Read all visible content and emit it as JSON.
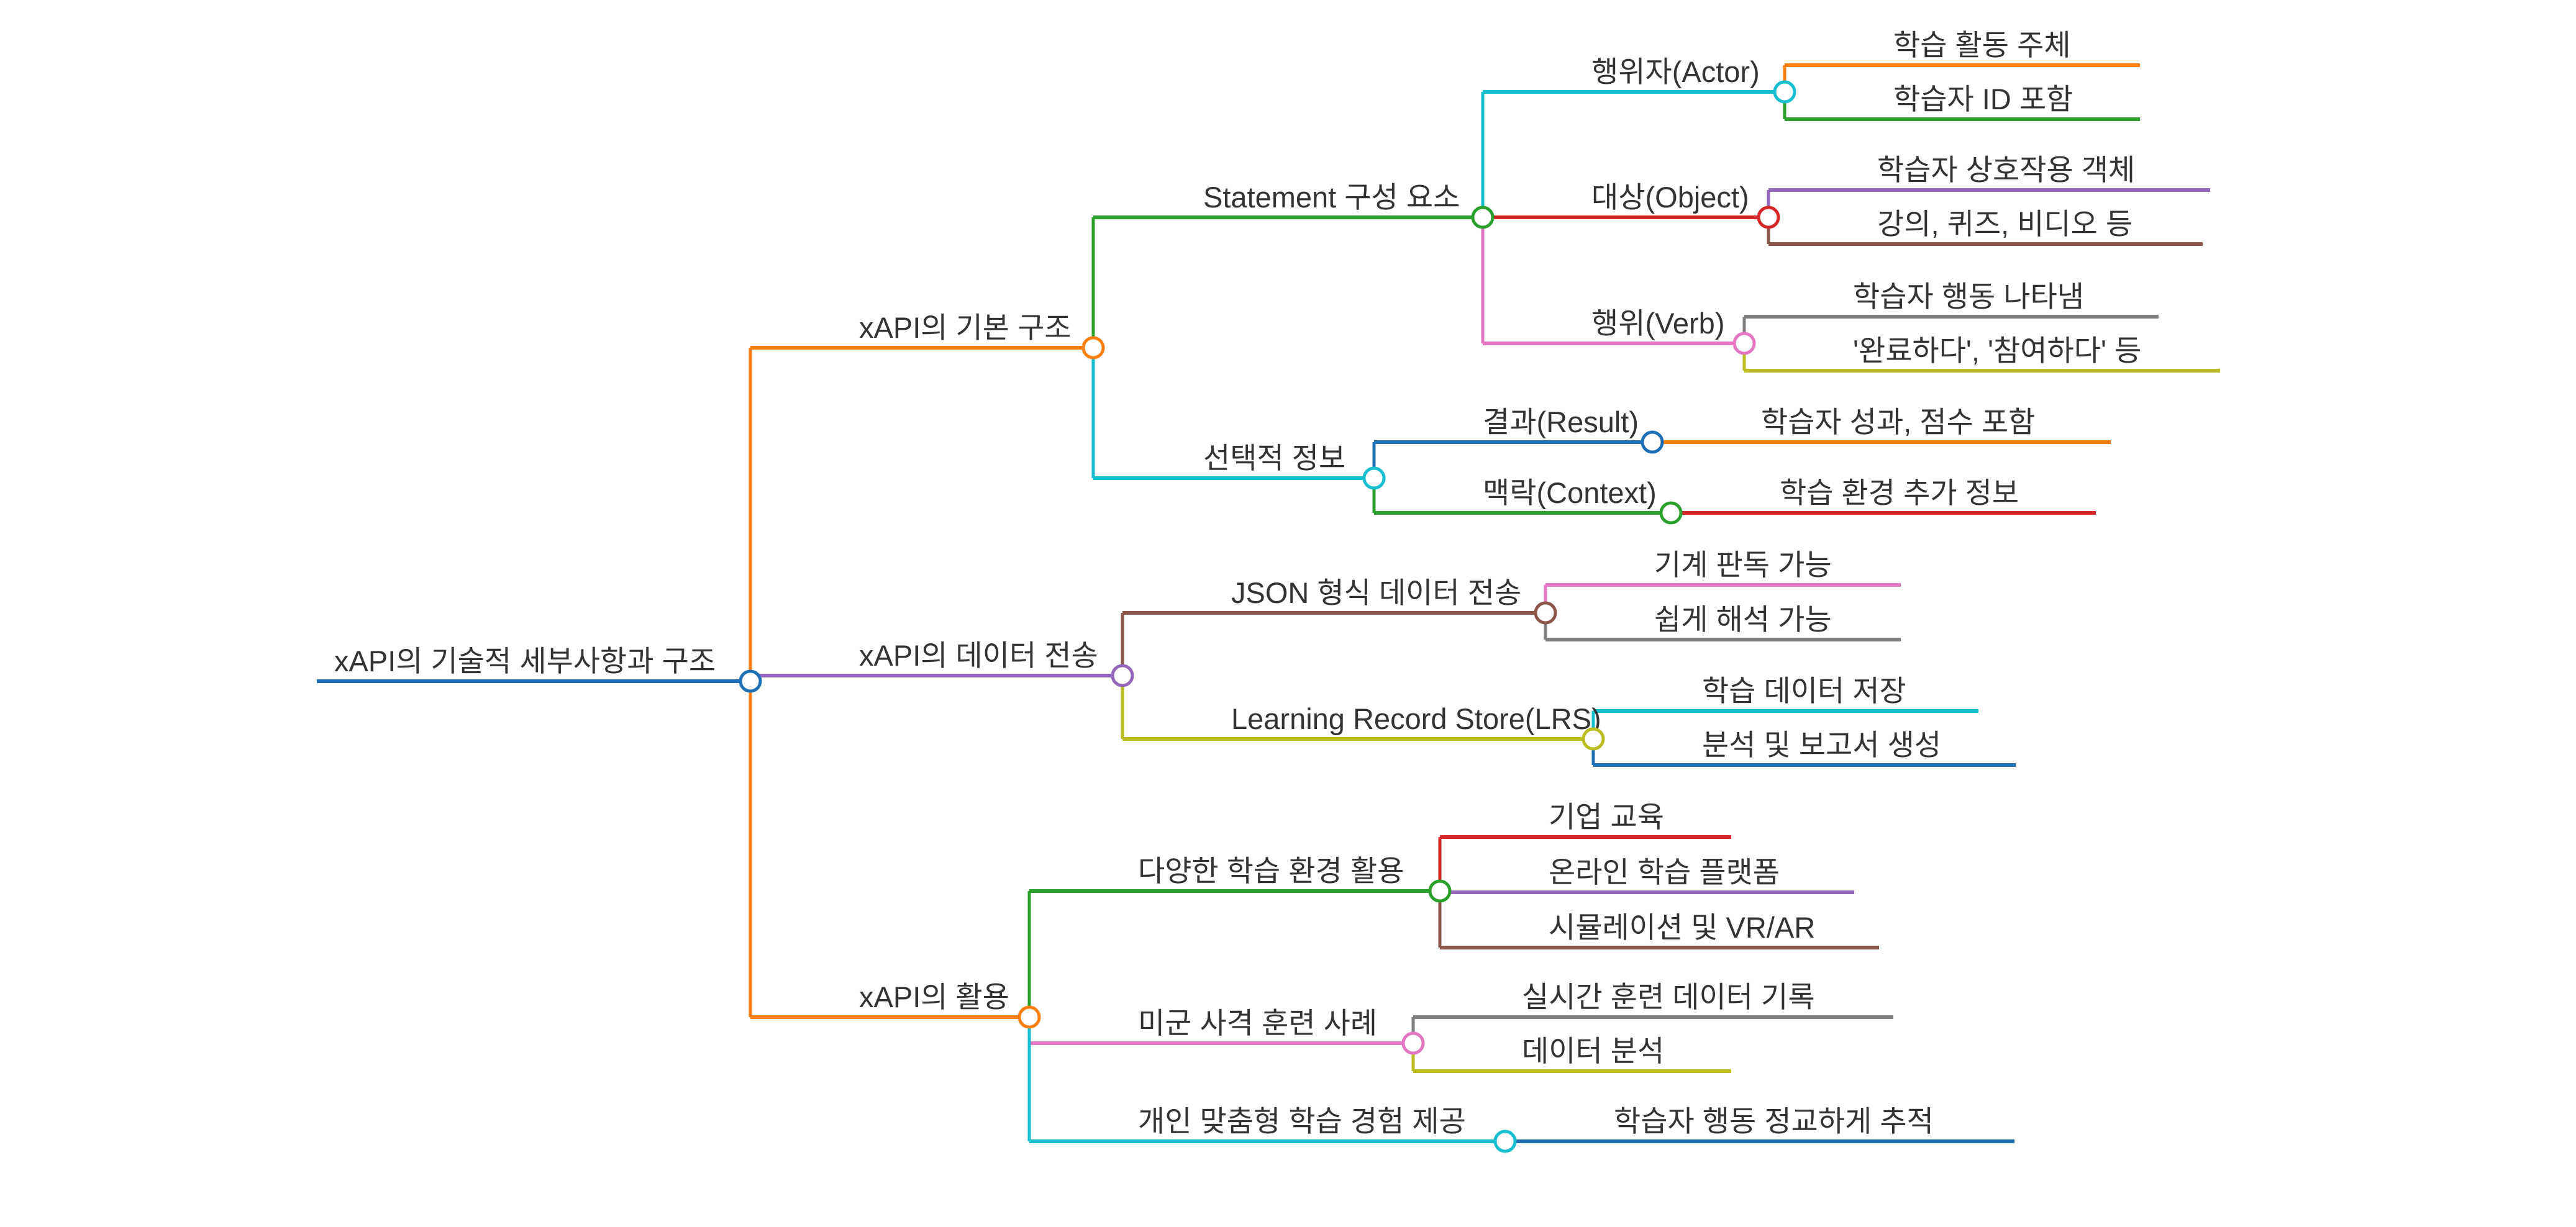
{
  "mindmap": {
    "root": {
      "label": "xAPI의 기술적 세부사항과 구조",
      "color": "#1f6fb5",
      "children": [
        {
          "label": "xAPI의 기본 구조",
          "color": "#ff7f0e",
          "children": [
            {
              "label": "Statement 구성 요소",
              "color": "#2ca02c",
              "children": [
                {
                  "label": "행위자(Actor)",
                  "color": "#17becf",
                  "children": [
                    {
                      "label": "학습 활동 주체",
                      "color": "#ff7f0e"
                    },
                    {
                      "label": "학습자 ID 포함",
                      "color": "#2ca02c"
                    }
                  ]
                },
                {
                  "label": "대상(Object)",
                  "color": "#d62728",
                  "children": [
                    {
                      "label": "학습자 상호작용 객체",
                      "color": "#9467bd"
                    },
                    {
                      "label": "강의, 퀴즈, 비디오 등",
                      "color": "#8c564b"
                    }
                  ]
                },
                {
                  "label": "행위(Verb)",
                  "color": "#e377c2",
                  "children": [
                    {
                      "label": "학습자 행동 나타냄",
                      "color": "#7f7f7f"
                    },
                    {
                      "label": "'완료하다', '참여하다' 등",
                      "color": "#bcbd22"
                    }
                  ]
                }
              ]
            },
            {
              "label": "선택적 정보",
              "color": "#17becf",
              "children": [
                {
                  "label": "결과(Result)",
                  "color": "#1f6fb5",
                  "children": [
                    {
                      "label": "학습자 성과, 점수 포함",
                      "color": "#ff7f0e"
                    }
                  ]
                },
                {
                  "label": "맥락(Context)",
                  "color": "#2ca02c",
                  "children": [
                    {
                      "label": "학습 환경 추가 정보",
                      "color": "#d62728"
                    }
                  ]
                }
              ]
            }
          ]
        },
        {
          "label": "xAPI의 데이터 전송",
          "color": "#9467bd",
          "children": [
            {
              "label": "JSON 형식 데이터 전송",
              "color": "#8c564b",
              "children": [
                {
                  "label": "기계 판독 가능",
                  "color": "#e377c2"
                },
                {
                  "label": "쉽게 해석 가능",
                  "color": "#7f7f7f"
                }
              ]
            },
            {
              "label": "Learning Record Store(LRS)",
              "color": "#bcbd22",
              "children": [
                {
                  "label": "학습 데이터 저장",
                  "color": "#17becf"
                },
                {
                  "label": "분석 및 보고서 생성",
                  "color": "#1f6fb5"
                }
              ]
            }
          ]
        },
        {
          "label": "xAPI의 활용",
          "color": "#ff7f0e",
          "children": [
            {
              "label": "다양한 학습 환경 활용",
              "color": "#2ca02c",
              "children": [
                {
                  "label": "기업 교육",
                  "color": "#d62728"
                },
                {
                  "label": "온라인 학습 플랫폼",
                  "color": "#9467bd"
                },
                {
                  "label": "시뮬레이션 및 VR/AR",
                  "color": "#8c564b"
                }
              ]
            },
            {
              "label": "미군 사격 훈련 사례",
              "color": "#e377c2",
              "children": [
                {
                  "label": "실시간 훈련 데이터 기록",
                  "color": "#7f7f7f"
                },
                {
                  "label": "데이터 분석",
                  "color": "#bcbd22"
                }
              ]
            },
            {
              "label": "개인 맞춤형 학습 경험 제공",
              "color": "#17becf",
              "children": [
                {
                  "label": "학습자 행동 정교하게 추적",
                  "color": "#1f6fb5"
                }
              ]
            }
          ]
        }
      ]
    }
  }
}
